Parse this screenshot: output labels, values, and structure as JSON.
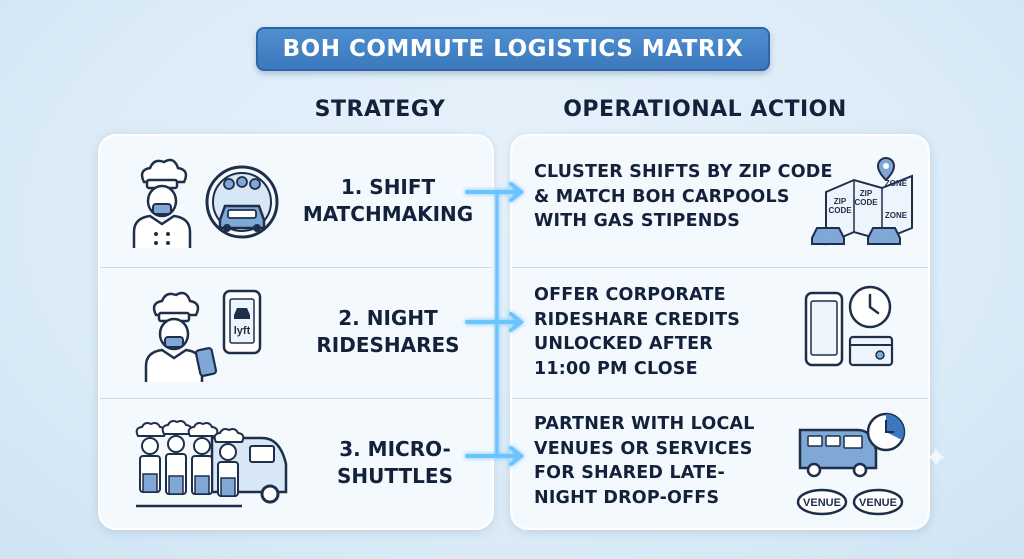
{
  "title": "BOH COMMUTE LOGISTICS MATRIX",
  "columns": {
    "strategy": "STRATEGY",
    "action": "OPERATIONAL ACTION"
  },
  "rows": [
    {
      "strategy": "1. SHIFT\nMATCHMAKING",
      "action": "CLUSTER SHIFTS BY ZIP CODE\n& MATCH BOH CARPOOLS\nWITH GAS STIPENDS",
      "icon_left": "chef-carpool-icon",
      "icon_right": "zip-zone-map-icon",
      "map_labels": [
        "ZIP\nCODE",
        "ZIP\nCODE",
        "ZONE",
        "ZONE"
      ]
    },
    {
      "strategy": "2. NIGHT\nRIDESHARES",
      "action": "OFFER CORPORATE\nRIDESHARE CREDITS\nUNLOCKED AFTER\n11:00 PM CLOSE",
      "icon_left": "chef-rideshare-phone-icon",
      "icon_right": "phone-clock-card-icon",
      "app_label": "lyft"
    },
    {
      "strategy": "3. MICRO-\nSHUTTLES",
      "action": "PARTNER WITH LOCAL\nVENUES OR SERVICES\nFOR SHARED LATE-\nNIGHT DROP-OFFS",
      "icon_left": "chefs-shuttle-van-icon",
      "icon_right": "van-clock-venue-icon",
      "venue_labels": [
        "VENUE",
        "VENUE"
      ]
    }
  ],
  "colors": {
    "accent": "#3b78bd",
    "icon_stroke": "#1f2f4a",
    "icon_fill": "#7fa8d6",
    "arrow_glow": "#6cc4ff"
  }
}
